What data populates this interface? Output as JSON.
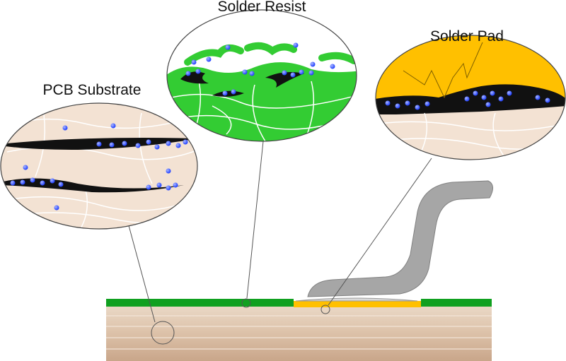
{
  "labels": {
    "pcb_substrate": "PCB Substrate",
    "solder_resist": "Solder Resist",
    "solder_pad": "Solder Pad"
  },
  "colors": {
    "substrate": "#f3e2d3",
    "resist": "#33cc33",
    "pad": "#ffc000",
    "lead": "#a6a6a6",
    "ion": "#1f3fff",
    "crack": "#0a0a0a"
  }
}
